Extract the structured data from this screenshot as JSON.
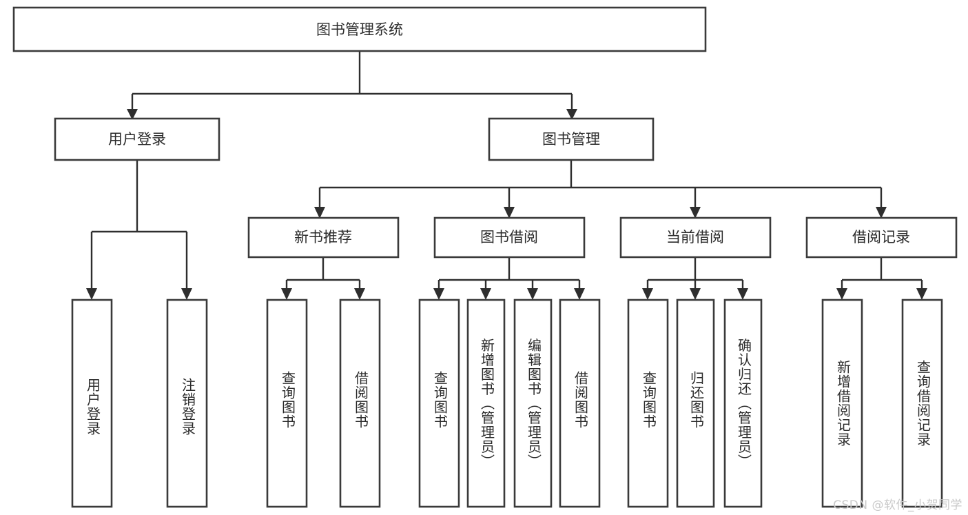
{
  "diagram": {
    "title": "图书管理系统",
    "type": "hierarchy-tree",
    "background_color": "#ffffff",
    "box_stroke_color": "#3a3a3a",
    "text_color": "#2b2b2b",
    "edge_color": "#2e2e2e",
    "levels": [
      {
        "level": 1,
        "nodes": [
          {
            "id": "root",
            "label": "图书管理系统",
            "orientation": "horizontal"
          }
        ]
      },
      {
        "level": 2,
        "nodes": [
          {
            "id": "login",
            "label": "用户登录",
            "orientation": "horizontal"
          },
          {
            "id": "bookmgmt",
            "label": "图书管理",
            "orientation": "horizontal"
          }
        ]
      },
      {
        "level": 3,
        "nodes": [
          {
            "id": "newbook",
            "label": "新书推荐",
            "orientation": "horizontal"
          },
          {
            "id": "borrow",
            "label": "图书借阅",
            "orientation": "horizontal"
          },
          {
            "id": "current",
            "label": "当前借阅",
            "orientation": "horizontal"
          },
          {
            "id": "records",
            "label": "借阅记录",
            "orientation": "horizontal"
          }
        ]
      },
      {
        "level": 4,
        "nodes": [
          {
            "id": "leaf-1",
            "label": "用户登录",
            "orientation": "vertical",
            "parent": "login"
          },
          {
            "id": "leaf-2",
            "label": "注销登录",
            "orientation": "vertical",
            "parent": "login"
          },
          {
            "id": "leaf-3",
            "label": "查询图书",
            "orientation": "vertical",
            "parent": "newbook"
          },
          {
            "id": "leaf-4",
            "label": "借阅图书",
            "orientation": "vertical",
            "parent": "newbook"
          },
          {
            "id": "leaf-5",
            "label": "查询图书",
            "orientation": "vertical",
            "parent": "borrow"
          },
          {
            "id": "leaf-6",
            "label": "新增图书（管理员）",
            "orientation": "vertical",
            "parent": "borrow"
          },
          {
            "id": "leaf-7",
            "label": "编辑图书（管理员）",
            "orientation": "vertical",
            "parent": "borrow"
          },
          {
            "id": "leaf-8",
            "label": "借阅图书",
            "orientation": "vertical",
            "parent": "borrow"
          },
          {
            "id": "leaf-9",
            "label": "查询图书",
            "orientation": "vertical",
            "parent": "current"
          },
          {
            "id": "leaf-10",
            "label": "归还图书",
            "orientation": "vertical",
            "parent": "current"
          },
          {
            "id": "leaf-11",
            "label": "确认归还（管理员）",
            "orientation": "vertical",
            "parent": "current"
          },
          {
            "id": "leaf-12",
            "label": "新增借阅记录",
            "orientation": "vertical",
            "parent": "records"
          },
          {
            "id": "leaf-13",
            "label": "查询借阅记录",
            "orientation": "vertical",
            "parent": "records"
          }
        ]
      }
    ]
  },
  "watermark": {
    "text": "CSDN @软件_小贺同学"
  }
}
